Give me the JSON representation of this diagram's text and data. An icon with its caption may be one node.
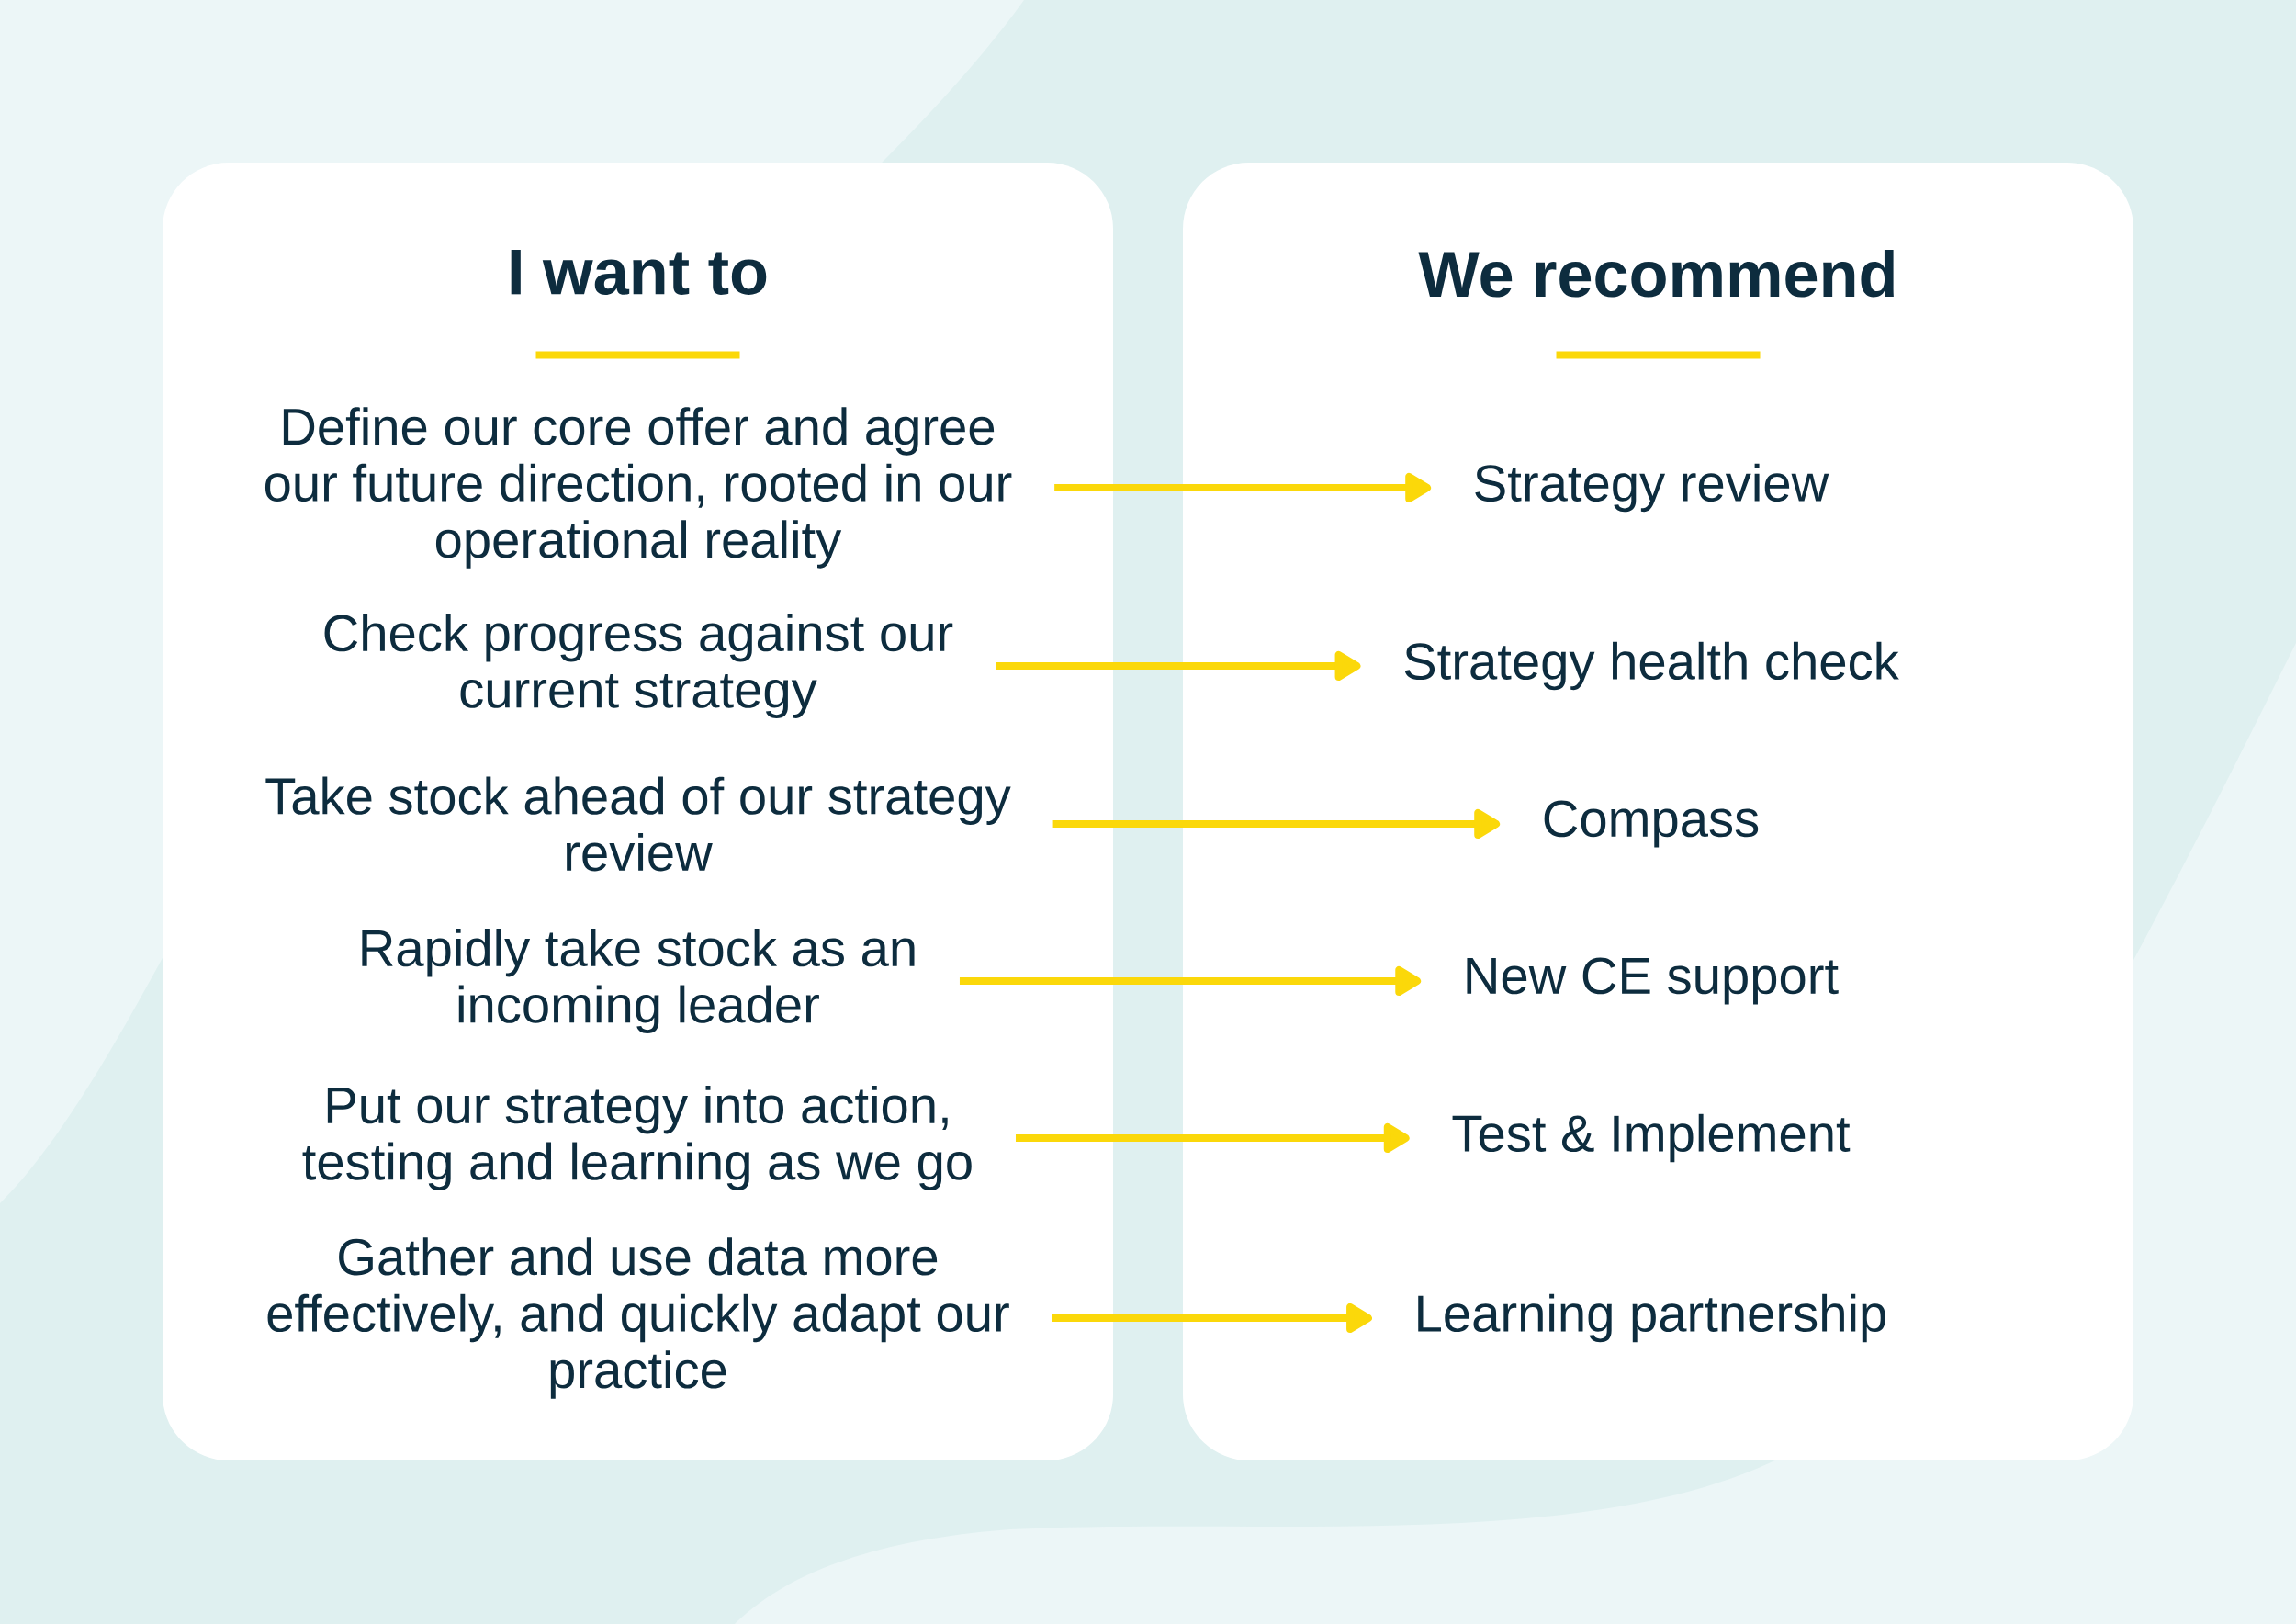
{
  "diagram": {
    "nodes": [
      {
        "text": [
          "I want to"
        ]
      },
      {
        "text": [
          "We recommend"
        ]
      },
      {
        "text": [
          "Define our core offer and agree our future direction, rooted in our operational reality"
        ],
        "in": 0
      },
      {
        "text": [
          "Check progress against our current strategy"
        ],
        "in": 0
      },
      {
        "text": [
          "Take stock ahead of our strategy review"
        ],
        "in": 0
      },
      {
        "text": [
          "Rapidly take stock as an incoming leader"
        ],
        "in": 0
      },
      {
        "text": [
          "Put our strategy into action, testing and learning as we go"
        ],
        "in": 0
      },
      {
        "text": [
          "Gather and use data more effectively, and quickly adapt our practice"
        ],
        "in": 0
      },
      {
        "text": [
          "Strategy review"
        ],
        "in": 1
      },
      {
        "text": [
          "Strategy health check"
        ],
        "in": 1
      },
      {
        "text": [
          "Compass"
        ],
        "in": 1
      },
      {
        "text": [
          "New CE support"
        ],
        "in": 1
      },
      {
        "text": [
          "Test & Implement"
        ],
        "in": 1
      },
      {
        "text": [
          "Learning partnership"
        ],
        "in": 1
      }
    ],
    "edges": [
      {
        "from": 2,
        "to": 8,
        "arrow": "to"
      },
      {
        "from": 3,
        "to": 9,
        "arrow": "to"
      },
      {
        "from": 4,
        "to": 10,
        "arrow": "to"
      },
      {
        "from": 5,
        "to": 11,
        "arrow": "to"
      },
      {
        "from": 6,
        "to": 12,
        "arrow": "to"
      },
      {
        "from": 7,
        "to": 13,
        "arrow": "to"
      }
    ]
  }
}
